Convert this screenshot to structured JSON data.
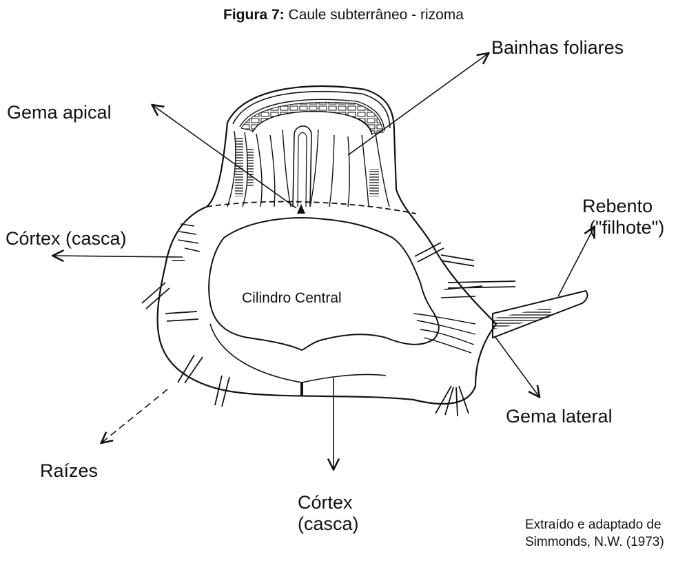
{
  "figure": {
    "caption_prefix": "Figura 7:",
    "caption_text": "Caule subterrâneo - rizoma"
  },
  "labels": {
    "bainhas_foliares": "Bainhas foliares",
    "gema_apical": "Gema apical",
    "rebento_line1": "Rebento",
    "rebento_line2": "(\"filhote\")",
    "cortex_left": "Córtex (casca)",
    "cilindro_central": "Cilindro Central",
    "gema_lateral": "Gema lateral",
    "raizes": "Raízes",
    "cortex_bottom_line1": "Córtex",
    "cortex_bottom_line2": "(casca)"
  },
  "source": {
    "line1": "Extraído e adaptado de",
    "line2": "Simmonds, N.W. (1973)"
  }
}
